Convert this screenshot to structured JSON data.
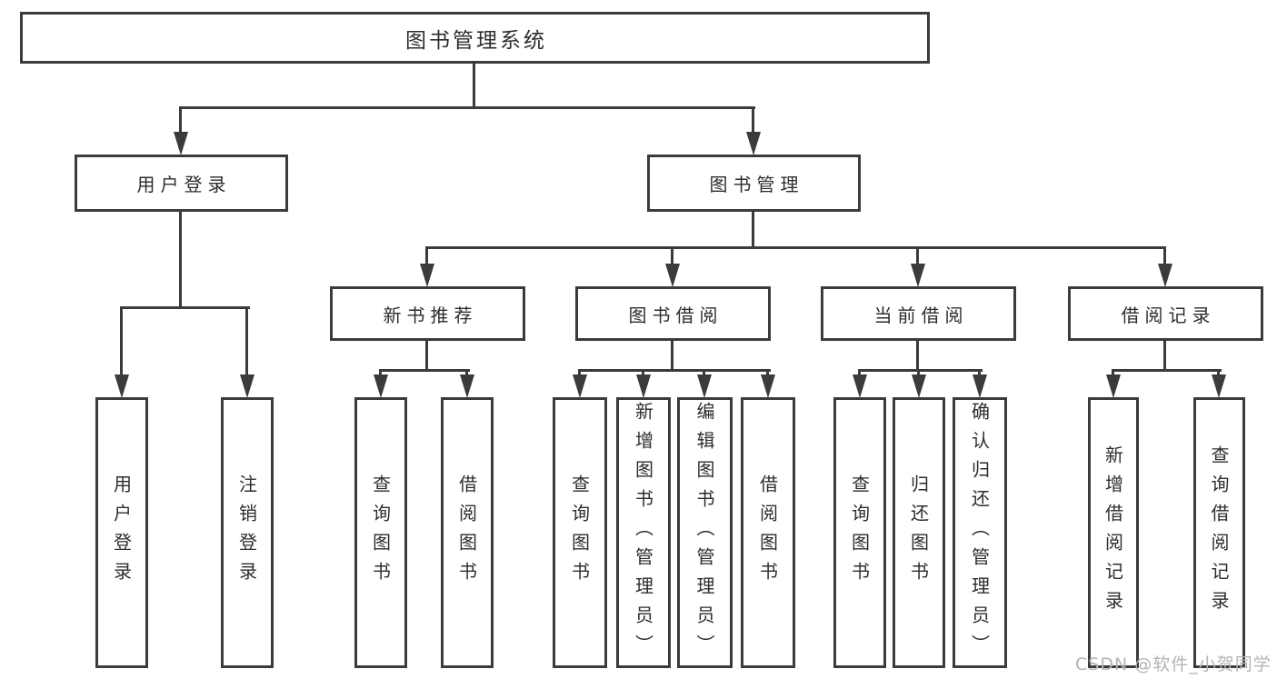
{
  "root": {
    "label": "图书管理系统"
  },
  "level2": {
    "user_login": {
      "label": "用户登录"
    },
    "book_management": {
      "label": "图书管理"
    }
  },
  "level3": {
    "new_books": {
      "label": "新书推荐"
    },
    "book_borrowing": {
      "label": "图书借阅"
    },
    "current_borrowing": {
      "label": "当前借阅"
    },
    "borrowing_records": {
      "label": "借阅记录"
    }
  },
  "leaves": {
    "user_login_action": {
      "label": "用户登录"
    },
    "logout_action": {
      "label": "注销登录"
    },
    "recommend_query_books": {
      "label": "查询图书"
    },
    "recommend_borrow_books": {
      "label": "借阅图书"
    },
    "borrowing_query_books": {
      "label": "查询图书"
    },
    "borrowing_add_books_admin": {
      "label": "新增图书（管理员）"
    },
    "borrowing_edit_books_admin": {
      "label": "编辑图书（管理员）"
    },
    "borrowing_borrow_books": {
      "label": "借阅图书"
    },
    "current_query_books": {
      "label": "查询图书"
    },
    "current_return_books": {
      "label": "归还图书"
    },
    "current_confirm_return_admin": {
      "label": "确认归还（管理员）"
    },
    "records_add_record": {
      "label": "新增借阅记录"
    },
    "records_query_record": {
      "label": "查询借阅记录"
    }
  },
  "watermark": "CSDN @软件_小贺同学",
  "colors": {
    "line": "#3b3b3b",
    "text": "#2d2d2d",
    "watermark": "#b4b4b4",
    "background": "#ffffff"
  }
}
